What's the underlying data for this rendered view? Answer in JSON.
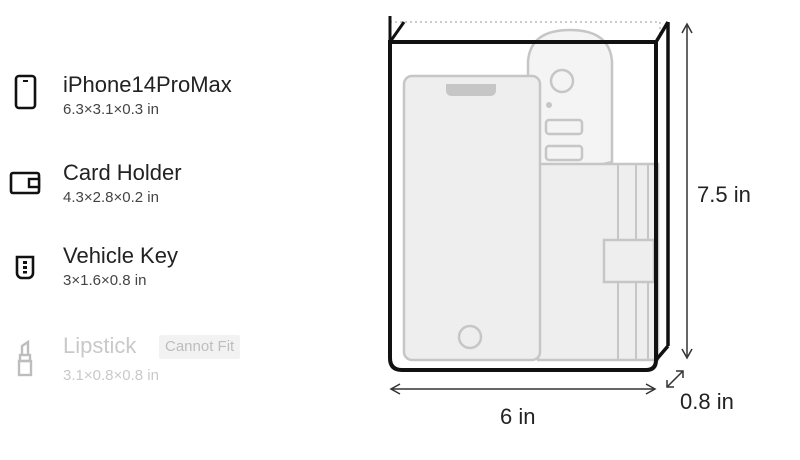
{
  "items": [
    {
      "id": "iphone",
      "name": "iPhone14ProMax",
      "dims": "6.3×3.1×0.3 in",
      "icon": "phone-icon",
      "fits": true
    },
    {
      "id": "card-holder",
      "name": "Card Holder",
      "dims": "4.3×2.8×0.2 in",
      "icon": "wallet-icon",
      "fits": true
    },
    {
      "id": "vehicle-key",
      "name": "Vehicle Key",
      "dims": "3×1.6×0.8 in",
      "icon": "car-key-icon",
      "fits": true
    },
    {
      "id": "lipstick",
      "name": "Lipstick",
      "dims": "3.1×0.8×0.8 in",
      "icon": "lipstick-icon",
      "fits": false,
      "badge": "Cannot Fit"
    }
  ],
  "bag": {
    "height_label": "7.5 in",
    "width_label": "6 in",
    "depth_label": "0.8 in"
  },
  "colors": {
    "text": "#222222",
    "muted": "#c9c9c9",
    "outline": "#111111",
    "item_fill": "#eeeeee",
    "item_stroke": "#bdbdbd"
  }
}
